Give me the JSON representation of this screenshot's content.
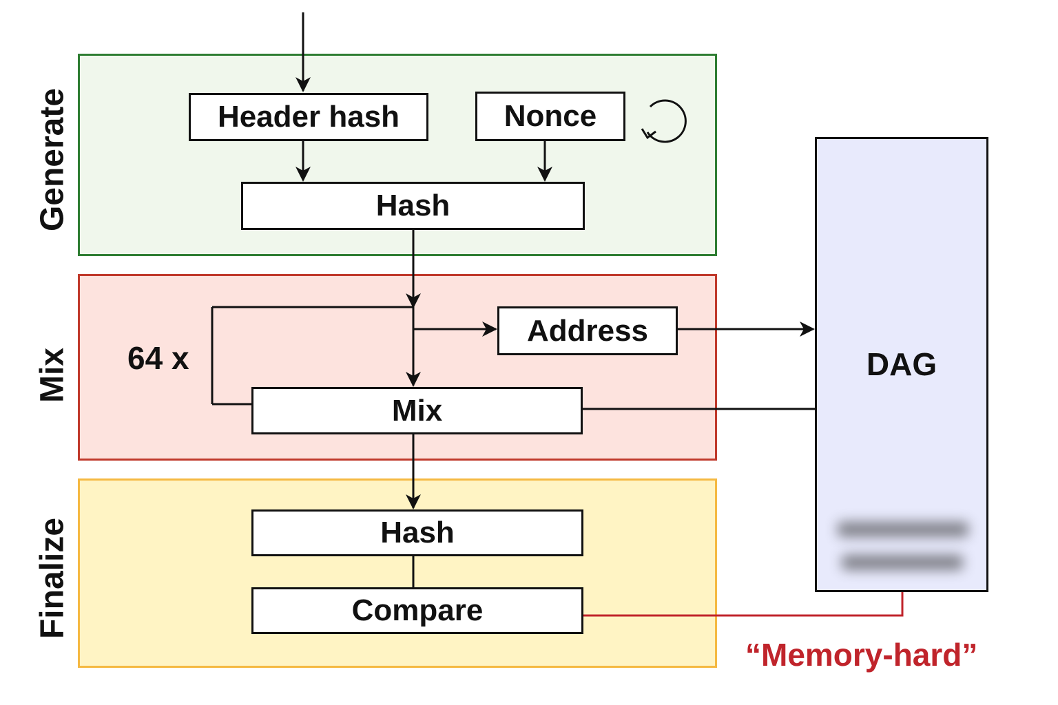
{
  "stages": {
    "generate": "Generate",
    "mix": "Mix",
    "finalize": "Finalize"
  },
  "nodes": {
    "header_hash": "Header hash",
    "nonce": "Nonce",
    "hash_generate": "Hash",
    "address": "Address",
    "mix": "Mix",
    "hash_finalize": "Hash",
    "compare": "Compare",
    "dag": "DAG"
  },
  "loop_count": "64 x",
  "memory_note": "“Memory-hard”",
  "icons": {
    "nonce_cycle": "refresh-icon"
  },
  "colors": {
    "generate_border": "#2e7d32",
    "generate_fill": "#f0f7ec",
    "mix_border": "#c0392b",
    "mix_fill": "#fde3de",
    "finalize_border": "#f5b942",
    "finalize_fill": "#fff4c4",
    "dag_fill": "#e8eafc",
    "note": "#c0242b"
  }
}
